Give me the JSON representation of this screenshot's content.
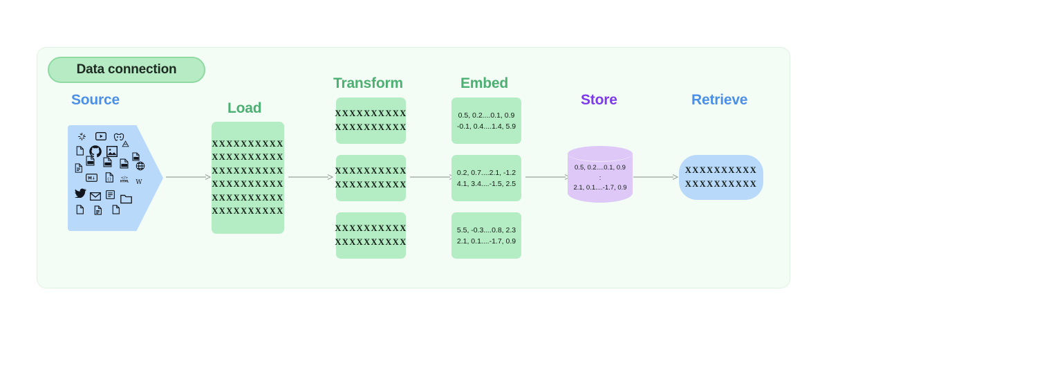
{
  "badge": {
    "label": "Data connection"
  },
  "colors": {
    "panel_bg": "#f3fcf5",
    "panel_border": "#dff3e3",
    "badge_bg": "#b7ebc4",
    "badge_border": "#8fd9a3",
    "green_box": "#b4ecc3",
    "blue_shape": "#b9d9fa",
    "purple_cylinder": "#ddc8f7",
    "heading_green": "#4cb072",
    "heading_blue": "#4a90e8",
    "heading_purple": "#7c3aed",
    "arrow_gray": "#9aa3a0"
  },
  "stages": {
    "source": {
      "heading": "Source",
      "heading_color": "#4a90e8",
      "icons": [
        "slack-icon",
        "youtube-icon",
        "discord-icon",
        "document-icon",
        "github-icon",
        "image-icon",
        "google-drive-icon",
        "csv-file-icon",
        "text-document-icon",
        "pdf-file-icon",
        "doc-file-icon",
        "txt-file-icon",
        "api-globe-icon",
        "markdown-icon",
        "json-file-icon",
        "html-code-icon",
        "wikipedia-icon",
        "twitter-icon",
        "email-icon",
        "notes-icon",
        "folder-icon",
        "file-icon-1",
        "file-icon-2",
        "file-icon-3"
      ]
    },
    "load": {
      "heading": "Load",
      "heading_color": "#4cb072",
      "rows": [
        "XXXXXXXXXX",
        "XXXXXXXXXX",
        "XXXXXXXXXX",
        "XXXXXXXXXX",
        "XXXXXXXXXX",
        "XXXXXXXXXX"
      ]
    },
    "transform": {
      "heading": "Transform",
      "heading_color": "#4cb072",
      "chunks": [
        {
          "lines": [
            "XXXXXXXXXX",
            "XXXXXXXXXX"
          ]
        },
        {
          "lines": [
            "XXXXXXXXXX",
            "XXXXXXXXXX"
          ]
        },
        {
          "lines": [
            "XXXXXXXXXX",
            "XXXXXXXXXX"
          ]
        }
      ]
    },
    "embed": {
      "heading": "Embed",
      "heading_color": "#4cb072",
      "vectors": [
        {
          "lines": [
            "0.5, 0.2....0.1, 0.9",
            "-0.1, 0.4....1.4, 5.9"
          ]
        },
        {
          "lines": [
            "0.2, 0.7....2.1, -1.2",
            "4.1, 3.4....-1.5, 2.5"
          ]
        },
        {
          "lines": [
            "5.5, -0.3....0.8, 2.3",
            "2.1, 0.1....-1.7, 0.9"
          ]
        }
      ]
    },
    "store": {
      "heading": "Store",
      "heading_color": "#7c3aed",
      "lines": [
        "0.5, 0.2....0.1, 0.9",
        ":",
        "2.1, 0.1....-1.7, 0.9"
      ]
    },
    "retrieve": {
      "heading": "Retrieve",
      "heading_color": "#4a90e8",
      "lines": [
        "XXXXXXXXXX",
        "XXXXXXXXXX"
      ]
    }
  }
}
